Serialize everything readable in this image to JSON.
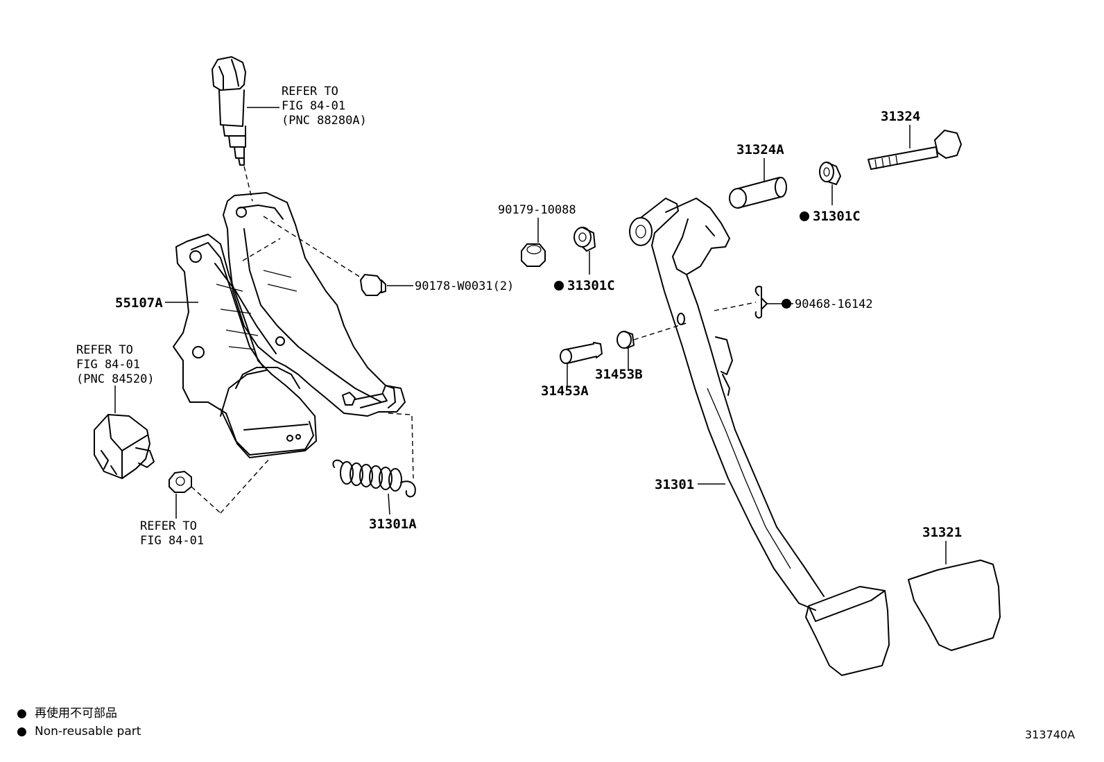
{
  "labels": {
    "p_88280_ref": [
      "REFER TO",
      "FIG 84-01",
      "(PNC 88280A)"
    ],
    "p_55107a": "55107A",
    "p_84520_ref": [
      "REFER TO",
      "FIG 84-01",
      "(PNC 84520)"
    ],
    "p_nut_ref": [
      "REFER TO",
      "FIG 84-01"
    ],
    "p_90178": "90178-W0031(2)",
    "p_90179": "90179-10088",
    "p_31301c_a": "31301C",
    "p_31301c_b": "31301C",
    "p_31324a": "31324A",
    "p_31324": "31324",
    "p_90468": "90468-16142",
    "p_31453a": "31453A",
    "p_31453b": "31453B",
    "p_31301a": "31301A",
    "p_31301": "31301",
    "p_31321": "31321"
  },
  "legend": {
    "line_jp": "再使用不可部品",
    "line_en": "Non-reusable part",
    "bullet": "●"
  },
  "figure_id": "313740A"
}
